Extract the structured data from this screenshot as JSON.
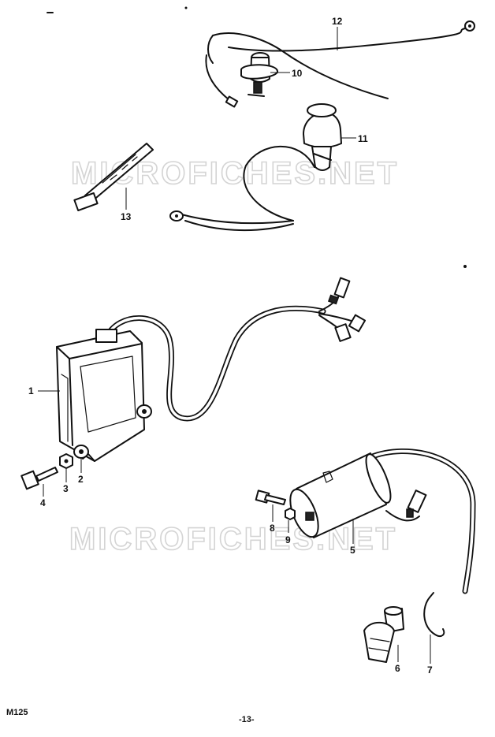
{
  "watermark": {
    "top": "MICROFICHES.NET",
    "bottom": "MICROFICHES.NET"
  },
  "callouts": {
    "p1": "1",
    "p2": "2",
    "p3": "3",
    "p4": "4",
    "p5": "5",
    "p6": "6",
    "p7": "7",
    "p8": "8",
    "p9": "9",
    "p10": "10",
    "p11": "11",
    "p12": "12",
    "p13": "13"
  },
  "footer": {
    "model": "M125",
    "page": "-13-"
  },
  "colors": {
    "ink": "#111111",
    "watermark": "#d4d4d4",
    "background": "#ffffff"
  }
}
